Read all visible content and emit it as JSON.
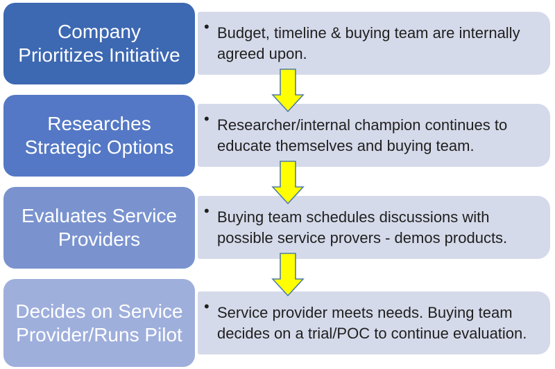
{
  "diagram": {
    "background": "#ffffff",
    "title_text_color": "#ffffff",
    "detail_text_color": "#1f1f1f",
    "bullet_char": "•",
    "arrow": {
      "fill": "#ffff00",
      "stroke": "#4e7ca8"
    },
    "rows": [
      {
        "title": "Company\nPrioritizes Initiative",
        "detail": "Budget, timeline & buying team are internally\nagreed upon.",
        "title_bg": "#3d68b2",
        "detail_bg": "#d5daea"
      },
      {
        "title": "Researches\nStrategic Options",
        "detail": "Researcher/internal champion continues to\neducate themselves and buying team.",
        "title_bg": "#5478c5",
        "detail_bg": "#d5daea"
      },
      {
        "title": "Evaluates Service\nProviders",
        "detail": "Buying team schedules discussions with\npossible service provers - demos products.",
        "title_bg": "#7a93cf",
        "detail_bg": "#d5daea"
      },
      {
        "title": "Decides on Service\nProvider/Runs Pilot",
        "detail": "Service provider meets needs. Buying team\ndecides on a trial/POC to continue evaluation.",
        "title_bg": "#9fafdc",
        "detail_bg": "#d5daea"
      }
    ]
  }
}
